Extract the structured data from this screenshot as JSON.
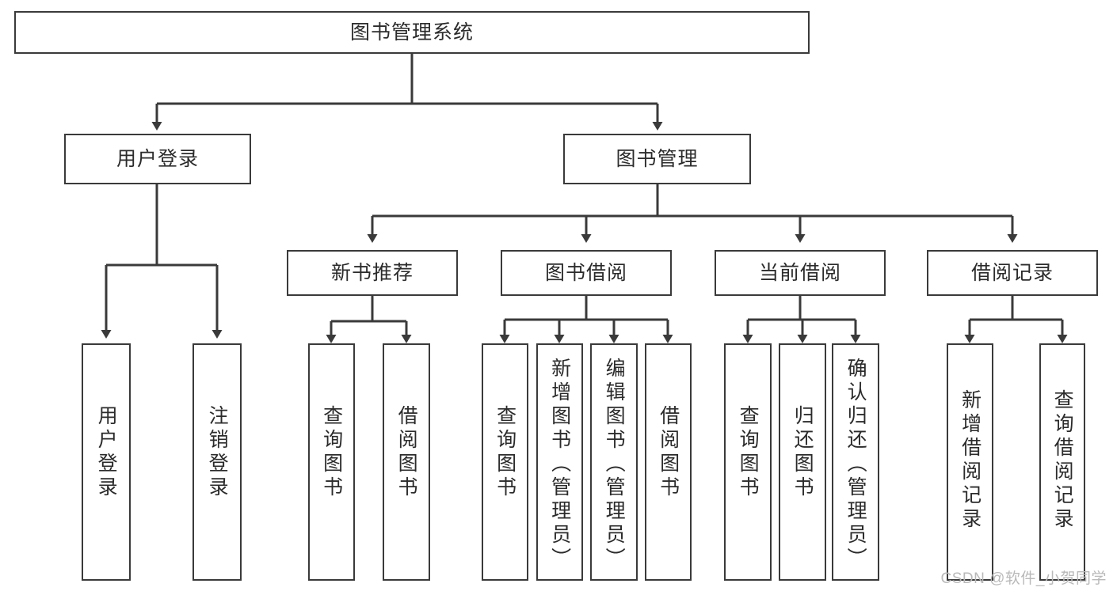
{
  "diagram": {
    "title": "图书管理系统",
    "type": "hierarchy-tree",
    "watermark": "CSDN @软件_小贺同学",
    "levels": {
      "root": {
        "label": "图书管理系统"
      },
      "level2": [
        {
          "label": "用户登录"
        },
        {
          "label": "图书管理"
        }
      ],
      "level3": [
        {
          "label": "新书推荐"
        },
        {
          "label": "图书借阅"
        },
        {
          "label": "当前借阅"
        },
        {
          "label": "借阅记录"
        }
      ],
      "leaves": {
        "user_login": [
          {
            "label": "用户登录"
          },
          {
            "label": "注销登录"
          }
        ],
        "new_book_recommend": [
          {
            "label": "查询图书"
          },
          {
            "label": "借阅图书"
          }
        ],
        "book_borrow": [
          {
            "label": "查询图书"
          },
          {
            "label": "新增图书（管理员）"
          },
          {
            "label": "编辑图书（管理员）"
          },
          {
            "label": "借阅图书"
          }
        ],
        "current_borrow": [
          {
            "label": "查询图书"
          },
          {
            "label": "归还图书"
          },
          {
            "label": "确认归还（管理员）"
          }
        ],
        "borrow_record": [
          {
            "label": "新增借阅记录"
          },
          {
            "label": "查询借阅记录"
          }
        ]
      }
    },
    "colors": {
      "border": "#3a3a3a",
      "text": "#2b2b2b",
      "background": "#ffffff",
      "watermark": "#b9b9b9"
    }
  }
}
